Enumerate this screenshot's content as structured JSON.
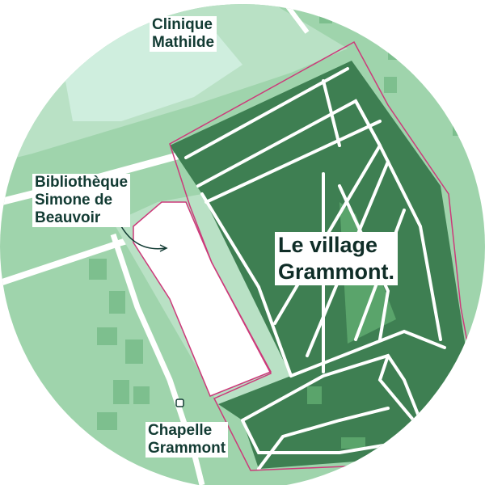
{
  "map": {
    "colors": {
      "background": "#ffffff",
      "base_green": "#9fd4ac",
      "light_green": "#b9e1c5",
      "pale_green": "#cfeede",
      "park_dark": "#3e7f52",
      "park_mid": "#5aa46b",
      "path": "#ffffff",
      "outline": "#cc3a7a",
      "building": "#7dbf8e"
    },
    "labels": {
      "clinique": [
        "Clinique",
        "Mathilde"
      ],
      "bibliotheque": [
        "Bibliothèque",
        "Simone de",
        "Beauvoir"
      ],
      "chapelle": [
        "Chapelle",
        "Grammont"
      ]
    },
    "title": [
      "Le village",
      "Grammont."
    ],
    "icons": {
      "library_pointer": "curved-arrow-icon",
      "chapel_marker": "small-marker-icon"
    }
  }
}
